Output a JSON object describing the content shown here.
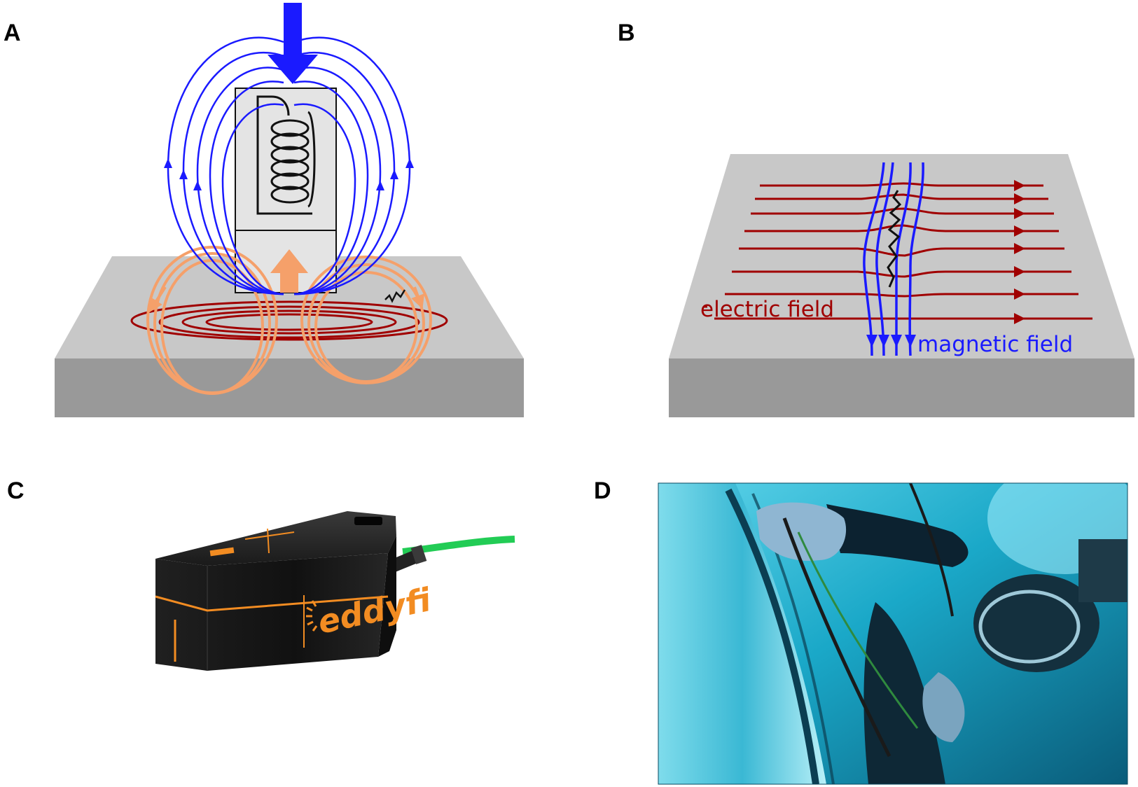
{
  "panels": {
    "a": {
      "letter": "A"
    },
    "b": {
      "letter": "B",
      "electric_label": "electric field",
      "magnetic_label": "magnetic field"
    },
    "c": {
      "letter": "C",
      "brand": "eddyfi"
    },
    "d": {
      "letter": "D"
    }
  },
  "colors": {
    "magnetic": "#1a1aff",
    "eddy": "#f5a06a",
    "electric": "#a00000",
    "plate_top": "#c8c8c8",
    "plate_side": "#999999",
    "probe_orange": "#f28c22",
    "cable_green": "#22cc55",
    "underwater": "#1aa8c8"
  },
  "icons": {
    "field_arrow": "arrow-icon",
    "crack": "crack-icon",
    "coil": "coil-icon"
  }
}
